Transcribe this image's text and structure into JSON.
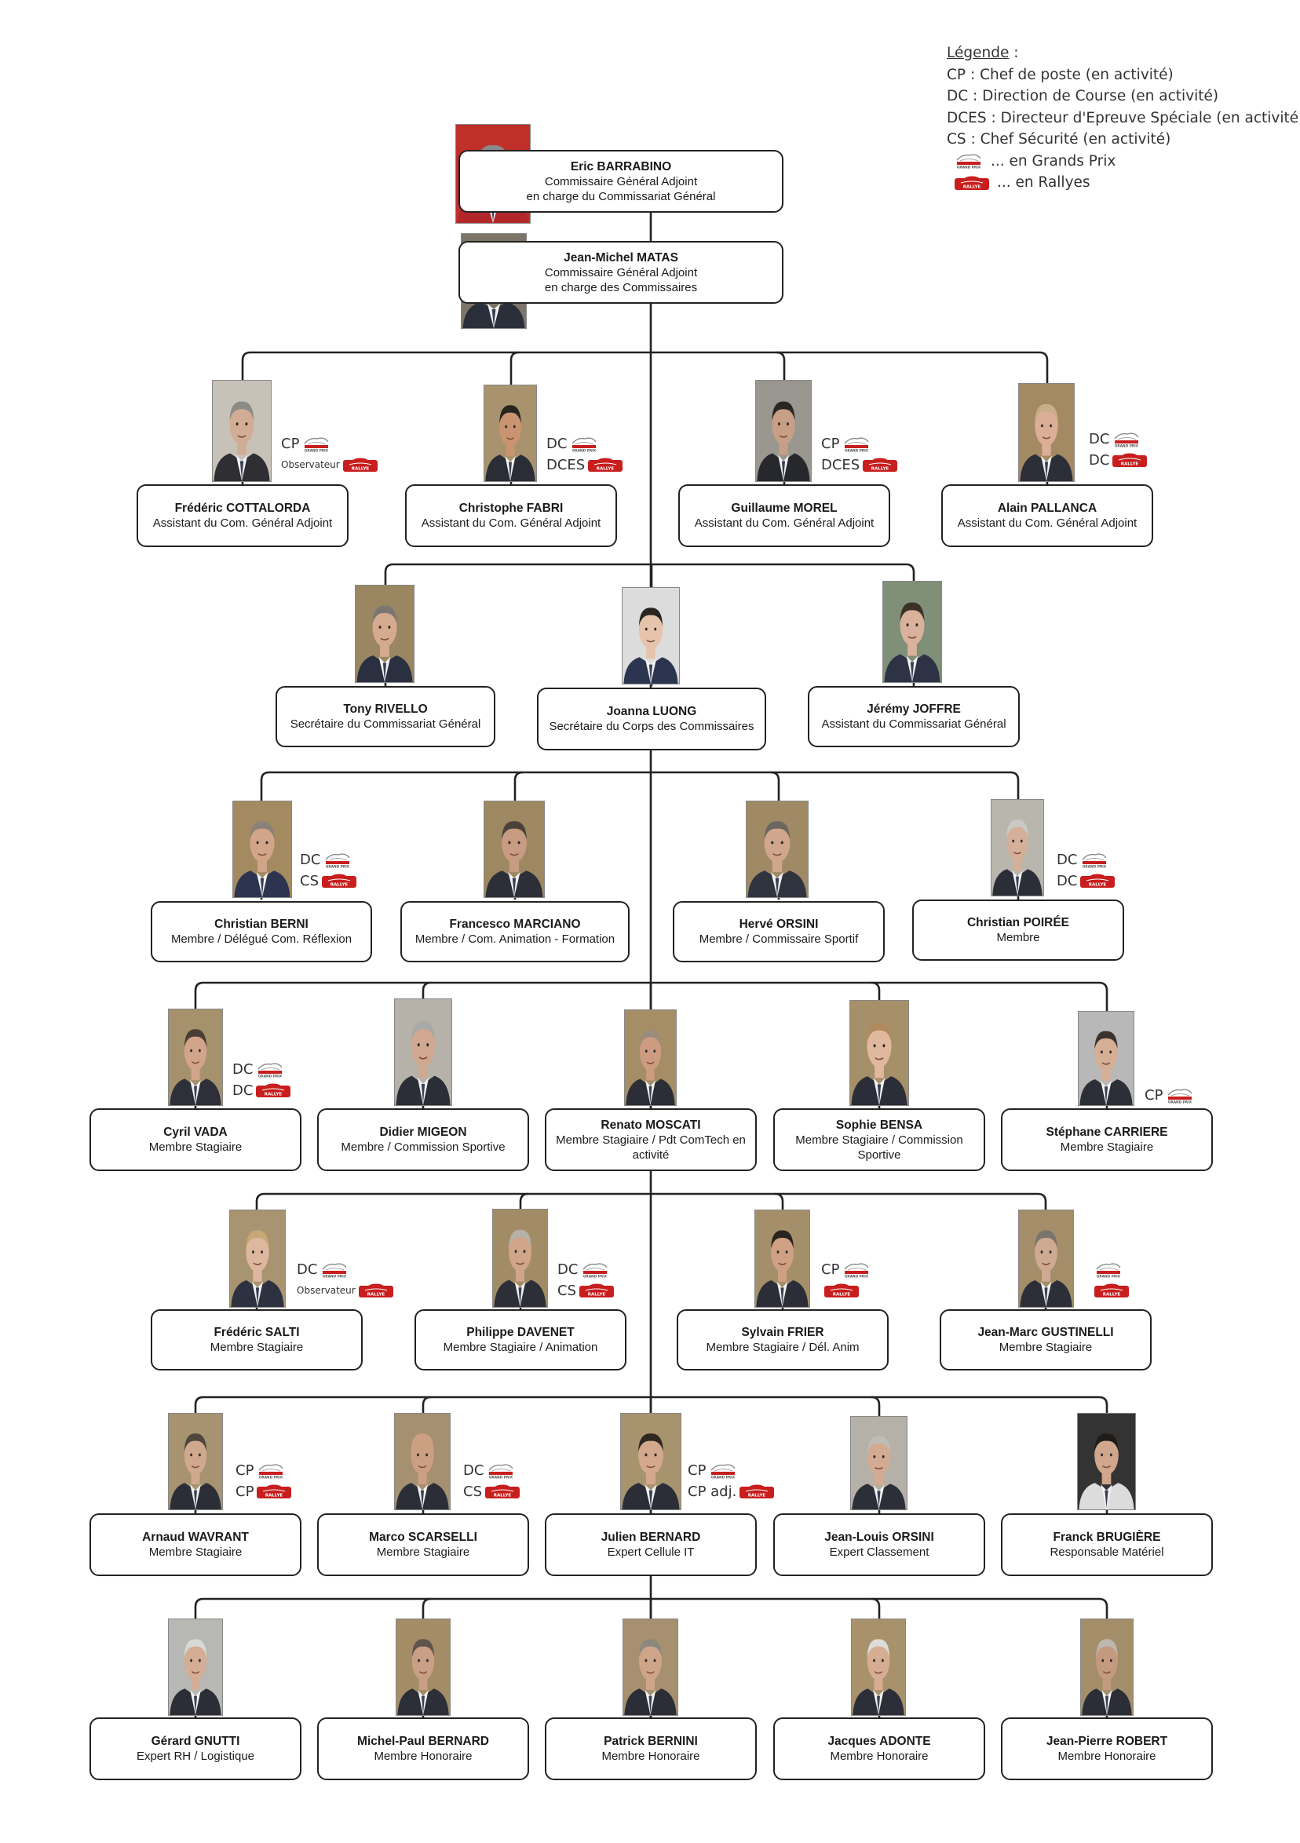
{
  "legend": {
    "title": "Légende",
    "title_suffix": " :",
    "entries": [
      "CP : Chef de poste (en activité)",
      "DC : Direction de Course (en activité)",
      "DCES : Directeur d'Epreuve Spéciale (en activité)",
      "CS : Chef Sécurité (en activité)"
    ],
    "gp_text": "... en Grands Prix",
    "rally_text": "... en Rallyes"
  },
  "colors": {
    "rally_red": "#c81e1e",
    "line": "#222222",
    "box_border": "#222222"
  },
  "members": [
    {
      "name": "Eric BARRABINO",
      "role": "Commissaire Général Adjoint\nen charge du Commissariat Général",
      "badges": [],
      "photo": {
        "bg": "#c0302a",
        "shirt": "#b3262a",
        "skin": "#c79a80",
        "hair": "#8a8a8a"
      }
    },
    {
      "name": "Jean-Michel MATAS",
      "role": "Commissaire Général Adjoint\nen charge des Commissaires",
      "badges": [],
      "photo": {
        "bg": "#7d7468",
        "shirt": "#2b2f3a",
        "skin": "#d8b09a",
        "hair": "#d9d9d9"
      }
    },
    {
      "name": "Frédéric COTTALORDA",
      "role": "Assistant du Com. Général Adjoint",
      "badges": [
        {
          "text": "CP",
          "icon": "gp"
        },
        {
          "text": "Observateur",
          "icon": "rally",
          "small": true
        }
      ],
      "photo": {
        "bg": "#c7c2b8",
        "shirt": "#2e2e33",
        "skin": "#d2ad95",
        "hair": "#8c8c86"
      }
    },
    {
      "name": "Christophe FABRI",
      "role": "Assistant du Com. Général Adjoint",
      "badges": [
        {
          "text": "DC",
          "icon": "gp"
        },
        {
          "text": "DCES",
          "icon": "rally"
        }
      ],
      "photo": {
        "bg": "#a8936e",
        "shirt": "#2a2d36",
        "skin": "#c9946f",
        "hair": "#2a241e"
      }
    },
    {
      "name": "Guillaume MOREL",
      "role": "Assistant du Com. Général Adjoint",
      "badges": [
        {
          "text": "CP",
          "icon": "gp"
        },
        {
          "text": "DCES",
          "icon": "rally"
        }
      ],
      "photo": {
        "bg": "#9a9690",
        "shirt": "#26282e",
        "skin": "#c79e86",
        "hair": "#2b2622"
      }
    },
    {
      "name": "Alain PALLANCA",
      "role": "Assistant du Com. Général Adjoint",
      "badges": [
        {
          "text": "DC",
          "icon": "gp"
        },
        {
          "text": "DC",
          "icon": "rally"
        }
      ],
      "photo": {
        "bg": "#a48a63",
        "shirt": "#2c2f38",
        "skin": "#dcae95",
        "hair": "#c7b089"
      }
    },
    {
      "name": "Tony RIVELLO",
      "role": "Secrétaire du Commissariat Général",
      "badges": [],
      "photo": {
        "bg": "#9a8660",
        "shirt": "#2b3040",
        "skin": "#d5ab90",
        "hair": "#7a7672"
      }
    },
    {
      "name": "Joanna LUONG",
      "role": "Secrétaire du Corps des Commissaires",
      "badges": [],
      "photo": {
        "bg": "#dcdcdc",
        "shirt": "#2c3550",
        "skin": "#e6c3ab",
        "hair": "#2a2420"
      }
    },
    {
      "name": "Jérémy JOFFRE",
      "role": "Assistant du Commissariat Général",
      "badges": [],
      "photo": {
        "bg": "#7f8f78",
        "shirt": "#2d3345",
        "skin": "#d8b29a",
        "hair": "#3a3128"
      }
    },
    {
      "name": "Christian BERNI",
      "role": "Membre / Délégué Com. Réflexion",
      "badges": [
        {
          "text": "DC",
          "icon": "gp"
        },
        {
          "text": "CS",
          "icon": "rally"
        }
      ],
      "photo": {
        "bg": "#a38a60",
        "shirt": "#2c3450",
        "skin": "#d2a58a",
        "hair": "#8a8278"
      }
    },
    {
      "name": "Francesco MARCIANO",
      "role": "Membre / Com. Animation - Formation",
      "badges": [],
      "photo": {
        "bg": "#9d8862",
        "shirt": "#2c2f38",
        "skin": "#c79c82",
        "hair": "#4a423a"
      }
    },
    {
      "name": "Hervé ORSINI",
      "role": "Membre / Commissaire Sportif",
      "badges": [],
      "photo": {
        "bg": "#a08a66",
        "shirt": "#30343e",
        "skin": "#d0a68c",
        "hair": "#6d665f"
      }
    },
    {
      "name": "Christian POIRÉE",
      "role": "Membre",
      "badges": [
        {
          "text": "DC",
          "icon": "gp"
        },
        {
          "text": "DC",
          "icon": "rally"
        }
      ],
      "photo": {
        "bg": "#b9b6ae",
        "shirt": "#2b2e36",
        "skin": "#d4b09a",
        "hair": "#c9c9c6"
      }
    },
    {
      "name": "Cyril VADA",
      "role": "Membre Stagiaire",
      "badges": [
        {
          "text": "DC",
          "icon": "gp"
        },
        {
          "text": "DC",
          "icon": "rally"
        }
      ],
      "photo": {
        "bg": "#a6916d",
        "shirt": "#2d3038",
        "skin": "#d2a58b",
        "hair": "#4a3e33"
      }
    },
    {
      "name": "Didier MIGEON",
      "role": "Membre / Commission Sportive",
      "badges": [],
      "photo": {
        "bg": "#b6b2aa",
        "shirt": "#2b2e36",
        "skin": "#d0a790",
        "hair": "#a9a9a5"
      }
    },
    {
      "name": "Renato MOSCATI",
      "role": "Membre Stagiaire / Pdt ComTech en activité",
      "badges": [],
      "photo": {
        "bg": "#a58e66",
        "shirt": "#2b2e37",
        "skin": "#cd9c80",
        "hair": "#9a8c7c"
      }
    },
    {
      "name": "Sophie BENSA",
      "role": "Membre Stagiaire / Commission Sportive",
      "badges": [],
      "photo": {
        "bg": "#a6906a",
        "shirt": "#2b2e38",
        "skin": "#e0b89e",
        "hair": "#b08a5a"
      }
    },
    {
      "name": "Stéphane CARRIERE",
      "role": "Membre Stagiaire",
      "badges": [
        {
          "text": "CP",
          "icon": "gp"
        }
      ],
      "photo": {
        "bg": "#b8b8b8",
        "shirt": "#2c2f37",
        "skin": "#d5ae96",
        "hair": "#3b332c"
      }
    },
    {
      "name": "Frédéric SALTI",
      "role": "Membre Stagiaire",
      "badges": [
        {
          "text": "DC",
          "icon": "gp"
        },
        {
          "text": "Observateur",
          "icon": "rally",
          "small": true
        }
      ],
      "photo": {
        "bg": "#a89470",
        "shirt": "#2e3240",
        "skin": "#ddb89e",
        "hair": "#c6a776"
      }
    },
    {
      "name": "Philippe DAVENET",
      "role": "Membre Stagiaire / Animation",
      "badges": [
        {
          "text": "DC",
          "icon": "gp"
        },
        {
          "text": "CS",
          "icon": "rally"
        }
      ],
      "photo": {
        "bg": "#a28c66",
        "shirt": "#2c2f38",
        "skin": "#d0a58a",
        "hair": "#b7b1a8"
      }
    },
    {
      "name": "Sylvain FRIER",
      "role": "Membre Stagiaire / Dél. Anim",
      "badges": [
        {
          "text": "CP",
          "icon": "gp"
        },
        {
          "text": "",
          "icon": "rally"
        }
      ],
      "photo": {
        "bg": "#a58f6a",
        "shirt": "#2b2e36",
        "skin": "#cfa084",
        "hair": "#2a241f"
      }
    },
    {
      "name": "Jean-Marc GUSTINELLI",
      "role": "Membre Stagiaire",
      "badges": [
        {
          "text": "",
          "icon": "gp"
        },
        {
          "text": "",
          "icon": "rally"
        }
      ],
      "photo": {
        "bg": "#a38e69",
        "shirt": "#2c2f38",
        "skin": "#ceaa92",
        "hair": "#7a746c"
      }
    },
    {
      "name": "Arnaud WAVRANT",
      "role": "Membre Stagiaire",
      "badges": [
        {
          "text": "CP",
          "icon": "gp"
        },
        {
          "text": "CP",
          "icon": "rally"
        }
      ],
      "photo": {
        "bg": "#a79370",
        "shirt": "#2b2e36",
        "skin": "#d0a88e",
        "hair": "#4f463d"
      }
    },
    {
      "name": "Marco SCARSELLI",
      "role": "Membre Stagiaire",
      "badges": [
        {
          "text": "DC",
          "icon": "gp"
        },
        {
          "text": "CS",
          "icon": "rally"
        }
      ],
      "photo": {
        "bg": "#a59070",
        "shirt": "#2b2e36",
        "skin": "#cc9e82",
        "hair": "#cc9e82"
      }
    },
    {
      "name": "Julien BERNARD",
      "role": "Expert Cellule IT",
      "badges": [
        {
          "text": "CP",
          "icon": "gp"
        },
        {
          "text": "CP adj.",
          "icon": "rally"
        }
      ],
      "photo": {
        "bg": "#a8936f",
        "shirt": "#2b2e36",
        "skin": "#d3a88c",
        "hair": "#2e2722"
      }
    },
    {
      "name": "Jean-Louis ORSINI",
      "role": "Expert Classement",
      "badges": [],
      "photo": {
        "bg": "#b5b1a8",
        "shirt": "#2c2f37",
        "skin": "#d2ab92",
        "hair": "#bdbdb8"
      }
    },
    {
      "name": "Franck BRUGIÈRE",
      "role": "Responsable Matériel",
      "badges": [],
      "photo": {
        "bg": "#333333",
        "shirt": "#dcdcdc",
        "skin": "#d0a68c",
        "hair": "#1f1c1a"
      }
    },
    {
      "name": "Gérard GNUTTI",
      "role": "Expert RH / Logistique",
      "badges": [],
      "photo": {
        "bg": "#b7b7b4",
        "shirt": "#2b2e36",
        "skin": "#d4ad95",
        "hair": "#d8d8d4"
      }
    },
    {
      "name": "Michel-Paul BERNARD",
      "role": "Membre Honoraire",
      "badges": [],
      "photo": {
        "bg": "#a48d66",
        "shirt": "#2c2f38",
        "skin": "#c99f85",
        "hair": "#5d554c"
      }
    },
    {
      "name": "Patrick BERNINI",
      "role": "Membre Honoraire",
      "badges": [],
      "photo": {
        "bg": "#a69070",
        "shirt": "#2b2e36",
        "skin": "#cfa58a",
        "hair": "#8c8880"
      }
    },
    {
      "name": "Jacques ADONTE",
      "role": "Membre Honoraire",
      "badges": [],
      "photo": {
        "bg": "#a8926c",
        "shirt": "#2c2f38",
        "skin": "#d6ad92",
        "hair": "#dcdcd8"
      }
    },
    {
      "name": "Jean-Pierre ROBERT",
      "role": "Membre Honoraire",
      "badges": [],
      "photo": {
        "bg": "#a48e6a",
        "shirt": "#2b2e36",
        "skin": "#c49a7f",
        "hair": "#bcb8b0"
      }
    }
  ]
}
